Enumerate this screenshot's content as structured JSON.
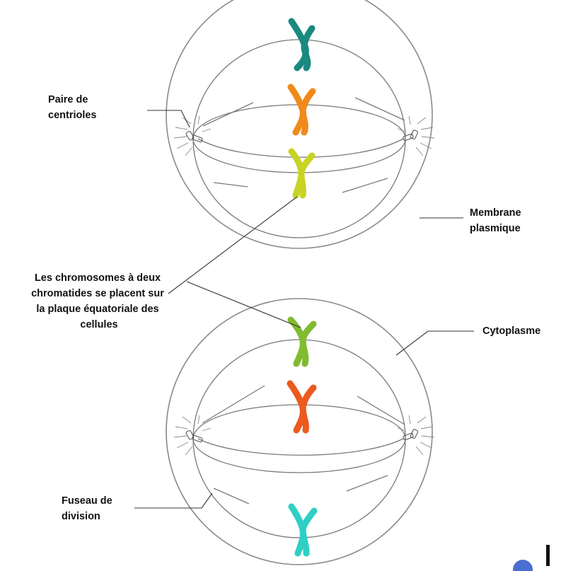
{
  "labels": {
    "centrioles": [
      "Paire de",
      "centrioles"
    ],
    "membrane": [
      "Membrane",
      "plasmique"
    ],
    "chromosomes": [
      "Les chromosomes à deux",
      "chromatides se placent sur",
      "la plaque équatoriale des",
      "cellules"
    ],
    "cytoplasm": [
      "Cytoplasme"
    ],
    "spindle": [
      "Fuseau de",
      "division"
    ]
  },
  "colors": {
    "cell_outline": "#8a8a8a",
    "spindle": "#7a7a7a",
    "leader_line": "#333333",
    "text": "#111111",
    "chromosomes": {
      "top_1": "#1a8a80",
      "top_2": "#f08a1c",
      "top_3": "#c8d323",
      "bottom_1": "#80bb30",
      "bottom_2": "#ec5a1e",
      "bottom_3": "#2fcfc4"
    },
    "corner_blob": "#4a6fd0"
  }
}
